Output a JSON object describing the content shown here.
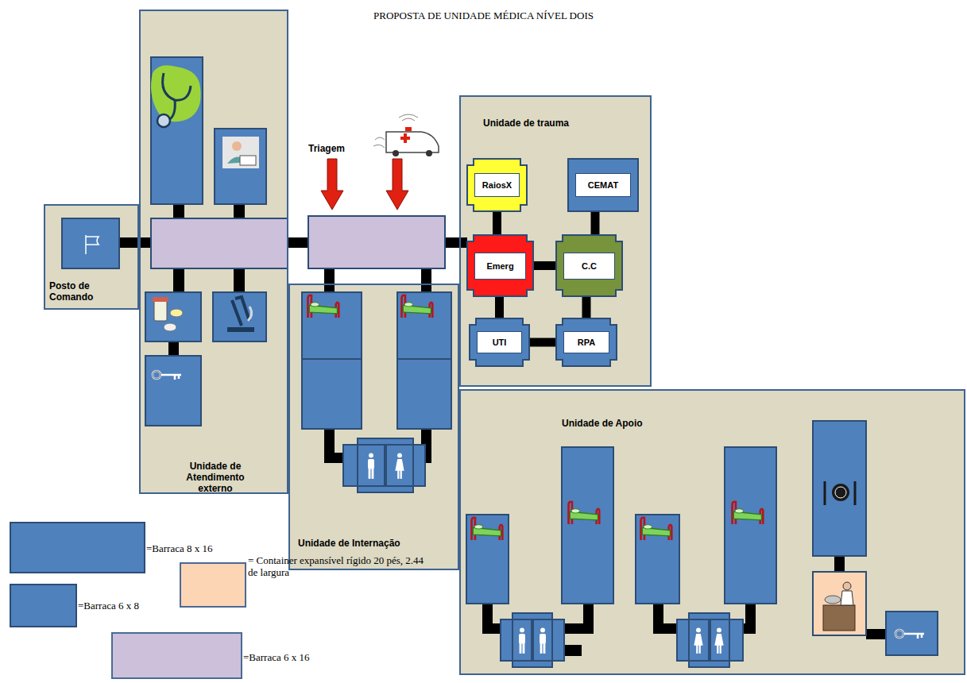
{
  "diagram": {
    "title": "PROPOSTA DE UNIDADE MÉDICA NÍVEL DOIS",
    "nodes": [
      {
        "text": [
          "Unidade de Atendimento externo"
        ]
      },
      {
        "text": [
          "Posto de Comando"
        ]
      },
      {
        "text": [
          "Unidade de Internação"
        ]
      },
      {
        "text": [
          "Unidade de trauma"
        ]
      },
      {
        "text": [
          "RaiosX"
        ],
        "in": 3
      },
      {
        "text": [
          "CEMAT"
        ],
        "in": 3
      },
      {
        "text": [
          "Emerg"
        ],
        "in": 3
      },
      {
        "text": [
          "C.C"
        ],
        "in": 3
      },
      {
        "text": [
          "UTI"
        ],
        "in": 3
      },
      {
        "text": [
          "RPA"
        ],
        "in": 3
      },
      {
        "text": [
          "Unidade de Apoio"
        ]
      }
    ],
    "edges": [
      {
        "from": 4,
        "to": 6,
        "arrow": "none"
      },
      {
        "from": 5,
        "to": 7,
        "arrow": "none"
      },
      {
        "from": 6,
        "to": 7,
        "arrow": "none"
      },
      {
        "from": 6,
        "to": 8,
        "arrow": "none"
      },
      {
        "from": 7,
        "to": 9,
        "arrow": "none"
      },
      {
        "from": 8,
        "to": 9,
        "arrow": "none"
      }
    ],
    "labels": [
      "Triagem"
    ],
    "legend": [
      {
        "text": "=Barraca 8 x 16",
        "color": "#4f81bd"
      },
      {
        "text": "= Container expansível rígido 20 pés, 2.44 de largura",
        "color": "#fcd5b5"
      },
      {
        "text": "=Barraca 6 x 8",
        "color": "#4f81bd"
      },
      {
        "text": "=Barraca 6 x 16",
        "color": "#ccc0da"
      }
    ]
  }
}
